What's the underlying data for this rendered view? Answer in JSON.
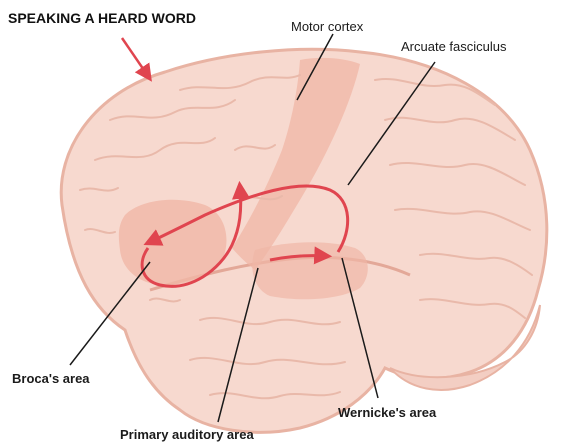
{
  "title": "SPEAKING A HEARD WORD",
  "labels": {
    "motor_cortex": "Motor cortex",
    "arcuate_fasciculus": "Arcuate fasciculus",
    "brocas_area": "Broca's area",
    "primary_auditory_area": "Primary auditory area",
    "wernickes_area": "Wernicke's area"
  },
  "colors": {
    "brain_fill": "#f7d9cf",
    "brain_stroke": "#e8b3a3",
    "region_highlight": "#f0b6a6",
    "pathway": "#e0454f",
    "leader_line": "#1a1a1a"
  }
}
